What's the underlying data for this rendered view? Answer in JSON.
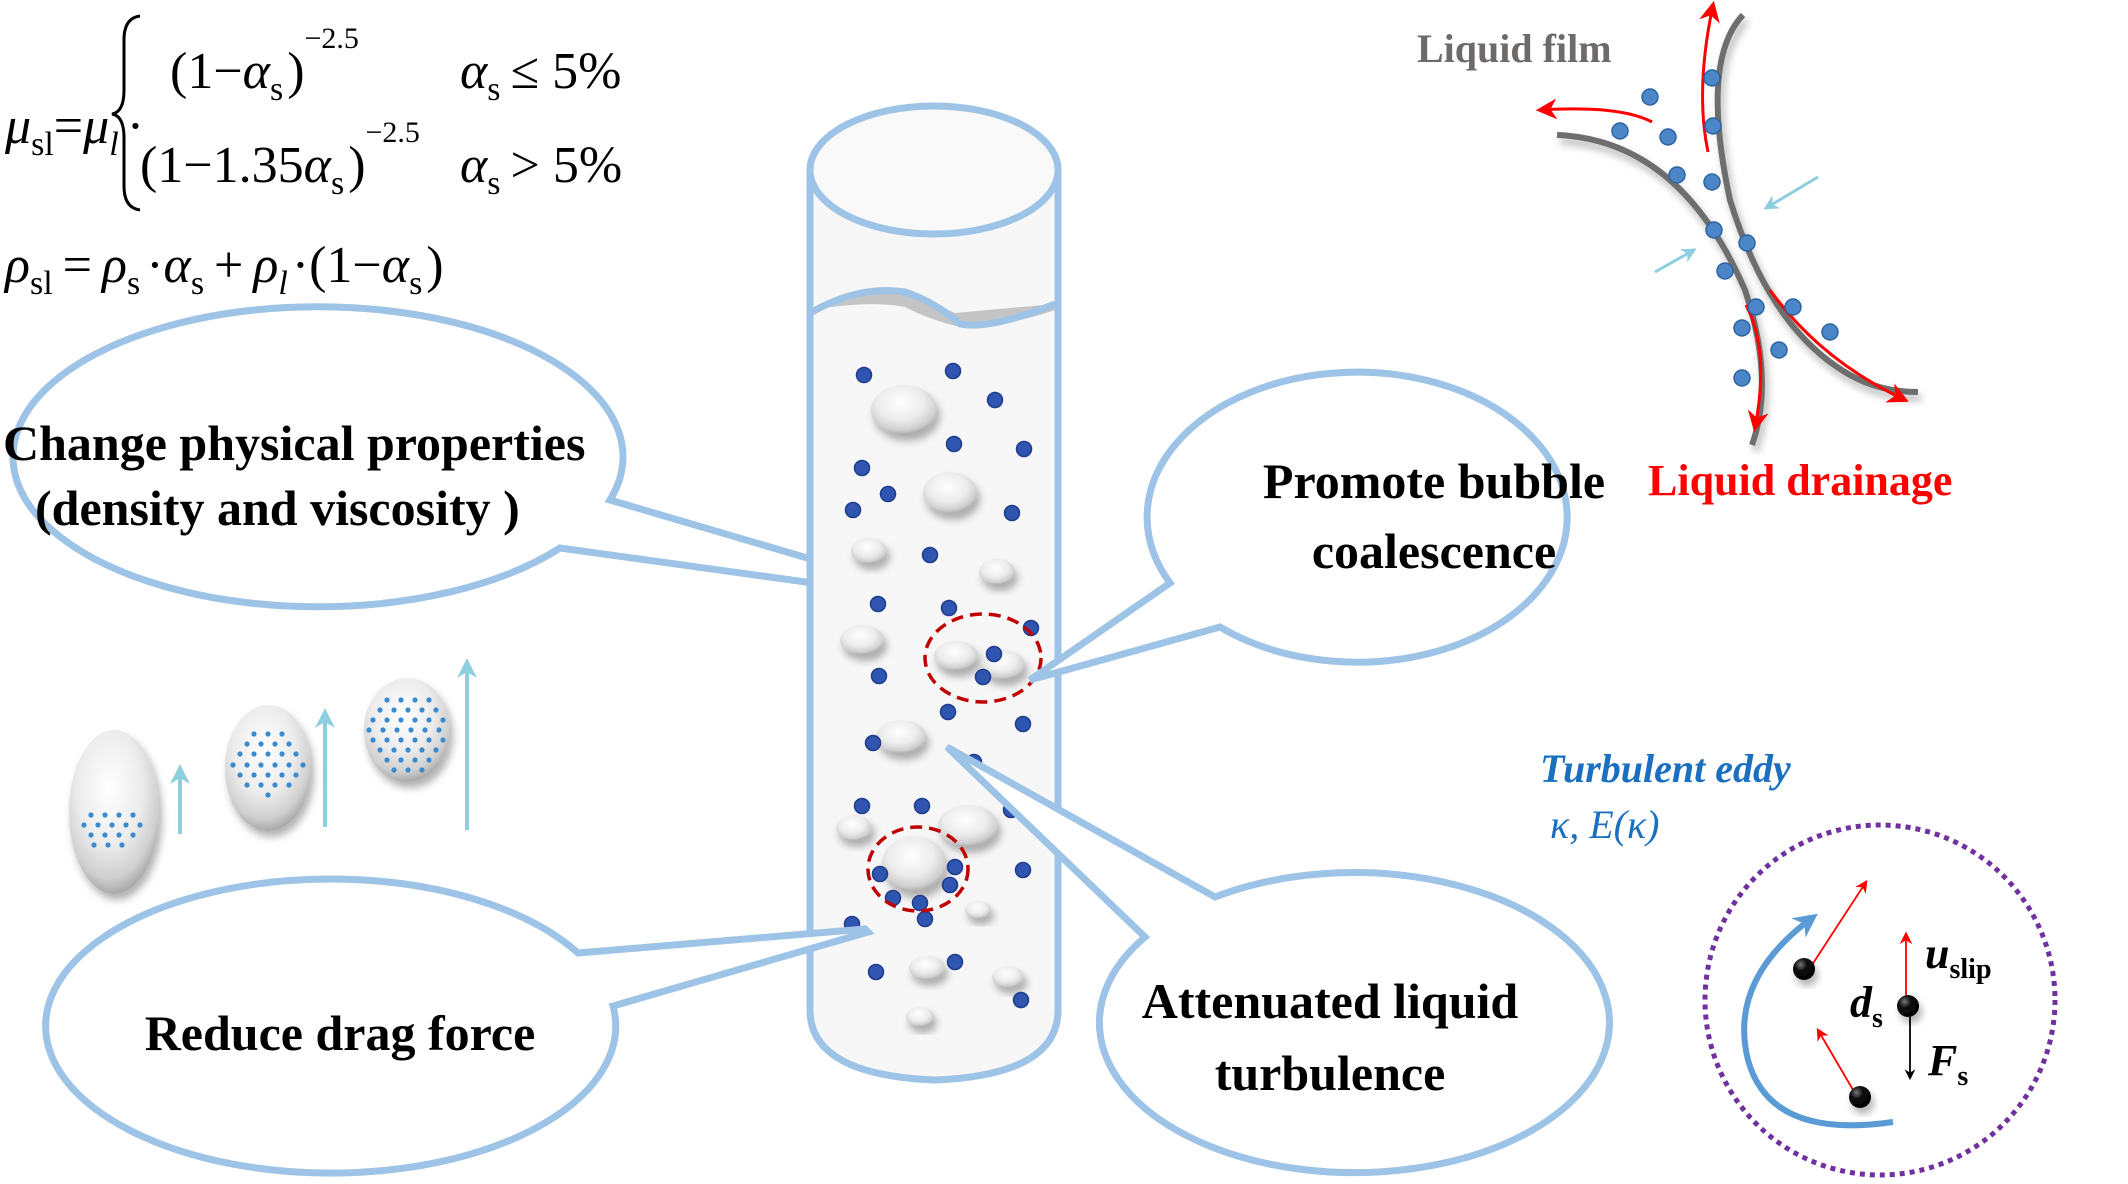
{
  "equations": {
    "viscosity": {
      "lhs": "μ",
      "lhs_sub": "sl",
      "eq": "=",
      "mu_l": "μ",
      "mu_l_sub": "l",
      "dot": "·",
      "case1_expr_open": "(1−",
      "case1_alpha": "α",
      "case1_alpha_sub": "s",
      "case1_close": ")",
      "case1_exp": "−2.5",
      "case1_cond_alpha": "α",
      "case1_cond_sub": "s",
      "case1_cond": "≤ 5%",
      "case2_expr_open": "(1−1.35",
      "case2_alpha": "α",
      "case2_alpha_sub": "s",
      "case2_close": ")",
      "case2_exp": "−2.5",
      "case2_cond_alpha": "α",
      "case2_cond_sub": "s",
      "case2_cond": "> 5%"
    },
    "density": {
      "rho": "ρ",
      "rho_sub": "sl",
      "eq": "=",
      "rho_s": "ρ",
      "rho_s_sub": "s",
      "dot1": "·",
      "alpha1": "α",
      "alpha1_sub": "s",
      "plus": "+",
      "rho_l": "ρ",
      "rho_l_sub": "l",
      "dot2": "·(1−",
      "alpha2": "α",
      "alpha2_sub": "s",
      "close": ")"
    }
  },
  "callouts": {
    "physical": {
      "line1": "Change physical properties",
      "line2": "(density and viscosity )"
    },
    "coalescence": {
      "line1": "Promote bubble",
      "line2": "coalescence"
    },
    "drag": {
      "line1": "Reduce drag force"
    },
    "turbulence": {
      "line1": "Attenuated  liquid",
      "line2": "turbulence"
    }
  },
  "liquid_film_panel": {
    "film_label": "Liquid film",
    "drainage_label": "Liquid drainage"
  },
  "eddy_panel": {
    "title": "Turbulent eddy",
    "params": "κ, E(κ)",
    "u_label": "u",
    "u_sub": "slip",
    "d_label": "d",
    "d_sub": "s",
    "f_label": "F",
    "f_sub": "s"
  },
  "colors": {
    "outline_blue": "#9dc3e6",
    "particle_blue": "#2f55b0",
    "film_particle_blue": "#4a86c8",
    "drainage_red": "#ff0000",
    "film_gray": "#6e6e6e",
    "eddy_blue": "#1a6fc0",
    "eddy_purple": "#7030a0",
    "highlight_red": "#c00000",
    "arrow_cyan": "#8ecfdf"
  }
}
